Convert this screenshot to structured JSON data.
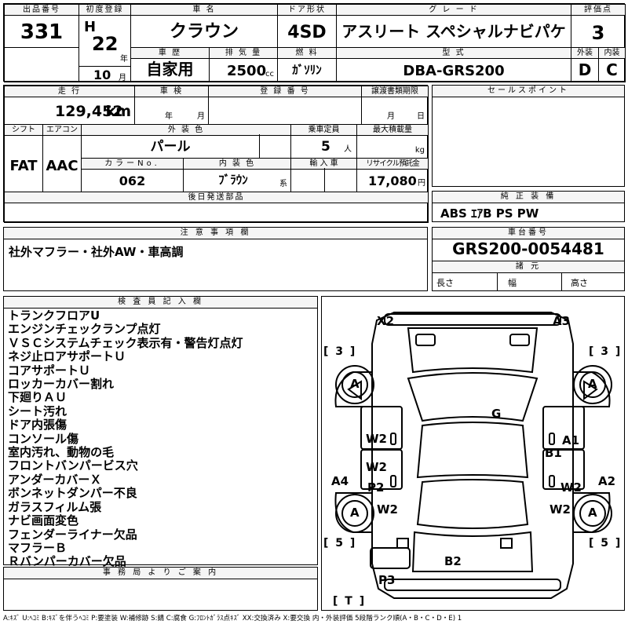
{
  "top": {
    "lot_label": "出品番号",
    "lot_no": "331",
    "reg_label": "初度登録",
    "era": "H",
    "year": "22",
    "year_unit": "年",
    "month": "10",
    "month_unit": "月",
    "name_label": "車 名",
    "name": "クラウン",
    "door_label": "ドア形状",
    "door": "4SD",
    "grade_label": "グ レ ー ド",
    "grade": "アスリート スペシャルナビパケ",
    "score_label": "評価点",
    "score": "3",
    "history_label": "車 歴",
    "history": "自家用",
    "disp_label": "排 気 量",
    "disp": "2500",
    "disp_unit": "cc",
    "fuel_label": "燃 料",
    "fuel": "ｶﾞｿﾘﾝ",
    "model_label": "型 式",
    "model": "DBA-GRS200",
    "ext_label": "外装",
    "ext_grade": "D",
    "int_label": "内装",
    "int_grade": "C"
  },
  "mid": {
    "mileage_label": "走 行",
    "mileage": "129,452",
    "mileage_unit": "km",
    "inspect_label": "車 検",
    "inspect_year_unit": "年",
    "inspect_month_unit": "月",
    "regno_label": "登 録 番 号",
    "doc_label": "譲渡書類期限",
    "doc_month_unit": "月",
    "doc_day_unit": "日",
    "shift_label": "シフト",
    "shift": "FAT",
    "ac_label": "エアコン",
    "ac": "AAC",
    "color_label": "外 装 色",
    "color": "パール",
    "seats_label": "乗車定員",
    "seats": "5",
    "seats_unit": "人",
    "load_label": "最大積載量",
    "load_unit": "kg",
    "colorno_label": "カラーNo.",
    "colorno": "062",
    "intcolor_label": "内 装 色",
    "intcolor": "ﾌﾞﾗｳﾝ",
    "intcolor_unit": "系",
    "import_label": "輸 入 車",
    "recycle_label": "リサイクル預託金",
    "recycle": "17,080",
    "recycle_unit": "円",
    "later_label": "後日発送部品"
  },
  "sales": {
    "label": "セールスポイント"
  },
  "equip": {
    "label": "純 正 装 備",
    "value": "ABS ｴｱB PS PW"
  },
  "notice": {
    "label": "注 意 事 項 欄",
    "value": "社外マフラー・社外AW・車高調"
  },
  "chassis": {
    "label": "車台番号",
    "value": "GRS200-0054481",
    "spec_label": "諸 元",
    "len": "長さ",
    "wid": "幅",
    "hei": "高さ"
  },
  "inspector": {
    "label": "検 査 員 記 入 欄",
    "items": [
      "トランクフロアU",
      "エンジンチェックランプ点灯",
      "ＶＳＣシステムチェック表示有・警告灯点灯",
      "ネジ止ロアサポートＵ",
      "コアサポートＵ",
      "ロッカーカバー割れ",
      "下廻りＡＵ",
      "シート汚れ",
      "ドア内張傷",
      "コンソール傷",
      "室内汚れ、動物の毛",
      "フロントバンパービス穴",
      "アンダーカバーＸ",
      "ボンネットダンパー不良",
      "ガラスフィルム張",
      "ナビ画面変色",
      "フェンダーライナー欠品",
      "マフラーＢ",
      "Ｒバンパーカバー欠品"
    ]
  },
  "office": {
    "label": "事 務 局 よ り ご 案 内"
  },
  "diagram": {
    "marks": {
      "x2": "X2",
      "a3": "A3",
      "g": "G",
      "w2_l1": "W2",
      "w2_l2": "W2",
      "p2": "P2",
      "w2_l3": "W2",
      "a4": "A4",
      "a1": "A1",
      "b1": "B1",
      "w2_r1": "W2",
      "a2": "A2",
      "w2_r2": "W2",
      "b2": "B2",
      "p3": "P3",
      "tyre_fl": "A",
      "tyre_fr": "A",
      "tyre_rl": "A",
      "tyre_rr": "A"
    },
    "tread_fl": "[ 3 ]",
    "tread_fr": "[ 3 ]",
    "tread_rl": "[ 5 ]",
    "tread_rr": "[ 5 ]",
    "spare": "[ T ]"
  },
  "legend": "A:ｷｽﾞ U:ﾍｺﾐ B:ｷｽﾞを伴うﾍｺﾐ P:要塗装 W:補修跡 S:錆 C:腐食 G:ﾌﾛﾝﾄｶﾞﾗｽ点ｷｽﾞ XX:交換済み X:要交換 内・外装評価 5段階ランク順(A・B・C・D・E) 1"
}
